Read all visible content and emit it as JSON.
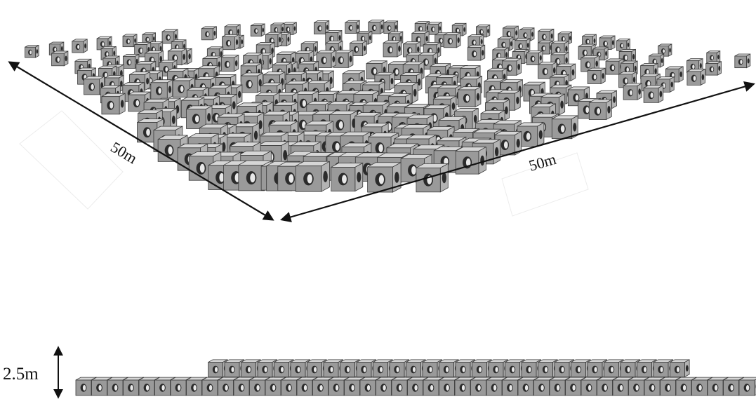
{
  "dimensions": {
    "width_left": "50m",
    "width_right": "50m",
    "height": "2.5m"
  },
  "colors": {
    "cube_face_front": "#9a9a9a",
    "cube_face_side": "#b3b3b3",
    "cube_face_top": "#d6d6d6",
    "cube_edge": "#3a3a3a",
    "cube_hole": "#2b2b2b",
    "arrow": "#111111",
    "background": "#ffffff"
  }
}
